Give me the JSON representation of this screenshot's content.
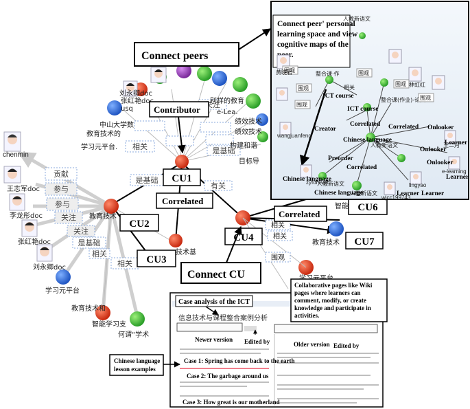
{
  "callouts": {
    "connect_peers": "Connect peers",
    "contributor": "Contributor",
    "correlated_mid": "Correlated",
    "correlated_right": "Correlated",
    "connect_cu": "Connect CU",
    "inset_caption": [
      "Connect peer' personal",
      "learning space and view",
      "cognitive maps of the",
      "peer."
    ],
    "wiki_caption": [
      "Collaborative pages like Wiki",
      "pages where learners can",
      "comment, modify, or create",
      "knowledge and participate in",
      "activities."
    ],
    "chinese_lesson": [
      "Chinese language",
      "lesson examples"
    ]
  },
  "cu_labels": [
    "CU1",
    "CU2",
    "CU3",
    "CU4",
    "CU6",
    "CU7"
  ],
  "left_graph": {
    "users": [
      "chenmin",
      "王志军doc",
      "李龙彤doc",
      "张红艳doc",
      "刘永卿doc"
    ],
    "relations": [
      "贡献",
      "参与",
      "参与",
      "关注",
      "关注",
      "是基础",
      "相关",
      "相关",
      "是基础",
      "相关"
    ],
    "nodes": [
      "教育技术",
      "学习元平台",
      "教育技术和",
      "智能学习支",
      "何谓“学术",
      "中山大学数",
      "教育技术的",
      "学习元平台.",
      "usq",
      "刘永卿doc",
      "张红艳doc",
      "别样的教育",
      "e-Lea.",
      "绩效技术",
      "构建和谐",
      "目标导",
      "技术基",
      "有关",
      "是基础",
      "关注"
    ]
  },
  "right_graph": {
    "relations": [
      "相关",
      "相关",
      "围观"
    ],
    "nodes": [
      "智能学",
      "教育技术",
      "学习元平台."
    ]
  },
  "inset": {
    "labels": [
      "ICT course",
      "ICT course",
      "Creator",
      "Chinese language",
      "Chinese language",
      "Chinese language",
      "Correlated",
      "Correlated",
      "Correlated",
      "Onlooker",
      "Onlooker",
      "Onlooker",
      "Preorder",
      "Learner",
      "Learner",
      "Learner",
      "Learner"
    ],
    "chinese": [
      "人教新语文",
      "整合课·作",
      "整合课(作业)-论文",
      "人教新语文",
      "人教新语文",
      "相关",
      "围观",
      "围观",
      "围观",
      "围观",
      "围观",
      "围观"
    ],
    "users": [
      "zyforever",
      "wangjuanfeng",
      "lingyao",
      "e-learning",
      "王二月",
      "黄晓君",
      "林虹红",
      "wjcc199743"
    ]
  },
  "wiki": {
    "title_callout": "Case analysis of the ICT",
    "heading": "信息技术与课程整合案例分析",
    "newer_version": "Newer version",
    "older_version": "Older version",
    "edited_by_1": "Edited by",
    "edited_by_2": "Edited by",
    "case1": "Case 1: Spring has come back to the earth",
    "case2": "Case 2: The garbage around us",
    "case3": "Case 3: How great is our motherland"
  },
  "colors": {
    "red_node": "#d93a1b",
    "green_node": "#3cb83a",
    "blue_node": "#2f6fd6",
    "purple_node": "#9b3ab8",
    "arrow_grey": "#c8c8c8"
  }
}
